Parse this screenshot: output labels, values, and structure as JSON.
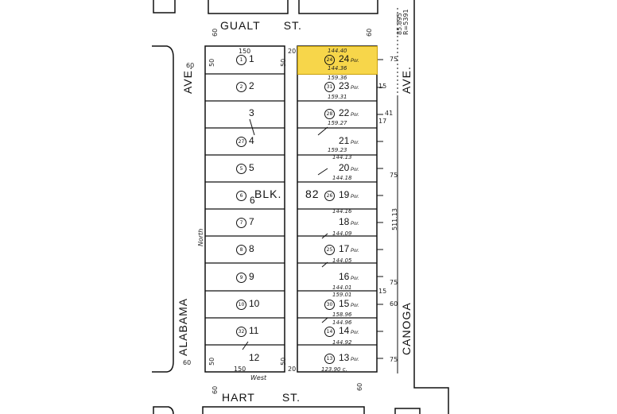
{
  "streets": {
    "top": "GUALT      ST.",
    "bottom": "HART       ST.",
    "left": "ALABAMA",
    "left_upper": "AVE.",
    "right": "CANOGA",
    "right_upper": "AVE."
  },
  "block": {
    "label": "BLK.",
    "number": "82",
    "note_north": "North",
    "note_west": "West"
  },
  "left_lots": [
    {
      "lot": "1",
      "circle": "1"
    },
    {
      "lot": "2",
      "circle": "2"
    },
    {
      "lot": "3",
      "circle": ""
    },
    {
      "lot": "4",
      "circle": "27"
    },
    {
      "lot": "5",
      "circle": "5"
    },
    {
      "lot": "6",
      "circle": "6"
    },
    {
      "lot": "7",
      "circle": "7"
    },
    {
      "lot": "8",
      "circle": "8"
    },
    {
      "lot": "9",
      "circle": "9"
    },
    {
      "lot": "10",
      "circle": "10"
    },
    {
      "lot": "11",
      "circle": "32"
    },
    {
      "lot": "12",
      "circle": ""
    }
  ],
  "right_lots": [
    {
      "lot": "24",
      "circle": "24",
      "por": "Por.",
      "highlighted": true
    },
    {
      "lot": "23",
      "circle": "31",
      "por": "Por."
    },
    {
      "lot": "22",
      "circle": "28",
      "por": "Por."
    },
    {
      "lot": "21",
      "circle": "",
      "por": "Por."
    },
    {
      "lot": "20",
      "circle": "",
      "por": "Por."
    },
    {
      "lot": "19",
      "circle": "26",
      "por": "Por."
    },
    {
      "lot": "18",
      "circle": "",
      "por": "Por."
    },
    {
      "lot": "17",
      "circle": "25",
      "por": "Por."
    },
    {
      "lot": "16",
      "circle": "",
      "por": "Por."
    },
    {
      "lot": "15",
      "circle": "30",
      "por": "Por."
    },
    {
      "lot": "14",
      "circle": "14",
      "por": "Por."
    },
    {
      "lot": "13",
      "circle": "13",
      "por": "Por."
    }
  ],
  "right_dims": [
    "144.40",
    "144.36",
    "159.36",
    "159.31",
    "159.27",
    "159.23",
    "144.13",
    "144.18",
    "144.16",
    "144.09",
    "144.05",
    "144.01",
    "159.01",
    "158.96",
    "144.96",
    "144.92",
    "123.90 c."
  ],
  "edge_dims": {
    "top_w": "150",
    "bottom_w": "150",
    "left_depth": "50",
    "right_depth": "50",
    "gap": "20",
    "street_w": "60",
    "canoga_75": "75",
    "canoga_60": "60",
    "canoga_15": "15",
    "canoga_17": "17",
    "canoga_41": "41",
    "canoga_total": "511.13",
    "top_right_a": "85.895",
    "top_right_b": "R=5391"
  },
  "colors": {
    "highlight": "#f7d64a",
    "line": "#111111"
  }
}
